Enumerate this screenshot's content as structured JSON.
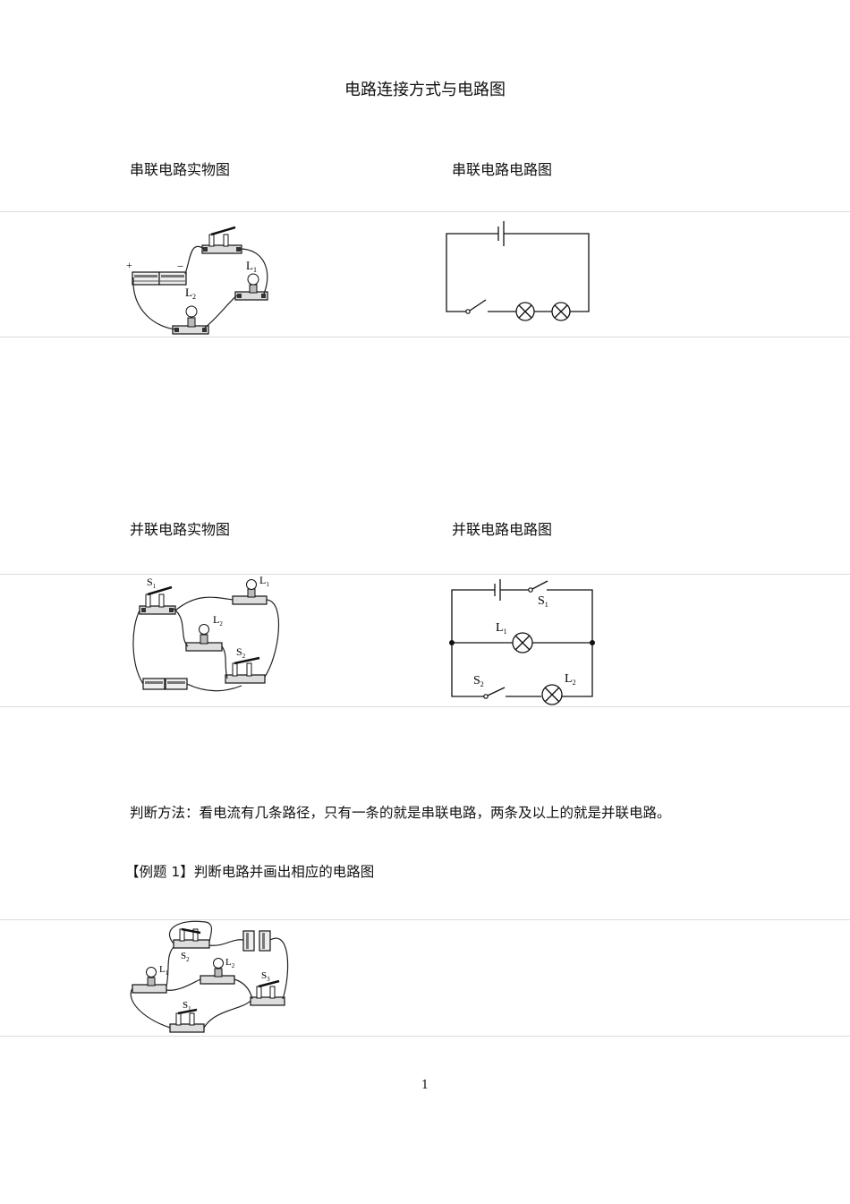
{
  "document": {
    "title": "电路连接方式与电路图",
    "page_number": "1"
  },
  "section_series": {
    "left_caption": "串联电路实物图",
    "right_caption": "串联电路电路图",
    "photo_labels": {
      "plus": "+",
      "minus": "−",
      "lamp1": "L",
      "lamp1_sub": "1",
      "lamp2": "L",
      "lamp2_sub": "2"
    }
  },
  "section_parallel": {
    "left_caption": "并联电路实物图",
    "right_caption": "并联电路电路图",
    "photo_labels": {
      "s1": "S",
      "s1_sub": "1",
      "l1": "L",
      "l1_sub": "1",
      "l2": "L",
      "l2_sub": "2",
      "s2": "S",
      "s2_sub": "2"
    },
    "diagram_labels": {
      "s1": "S",
      "s1_sub": "1",
      "l1": "L",
      "l1_sub": "1",
      "s2": "S",
      "s2_sub": "2",
      "l2": "L",
      "l2_sub": "2"
    }
  },
  "method_text": "判断方法：看电流有几条路径，只有一条的就是串联电路，两条及以上的就是并联电路。",
  "example": {
    "label": "【例题 1】判断电路并画出相应的电路图",
    "photo_labels": {
      "s2": "S",
      "s2_sub": "2",
      "l1": "L",
      "l1_sub": "1",
      "l2": "L",
      "l2_sub": "2",
      "s3": "S",
      "s3_sub": "3",
      "s1": "S",
      "s1_sub": "1"
    }
  }
}
